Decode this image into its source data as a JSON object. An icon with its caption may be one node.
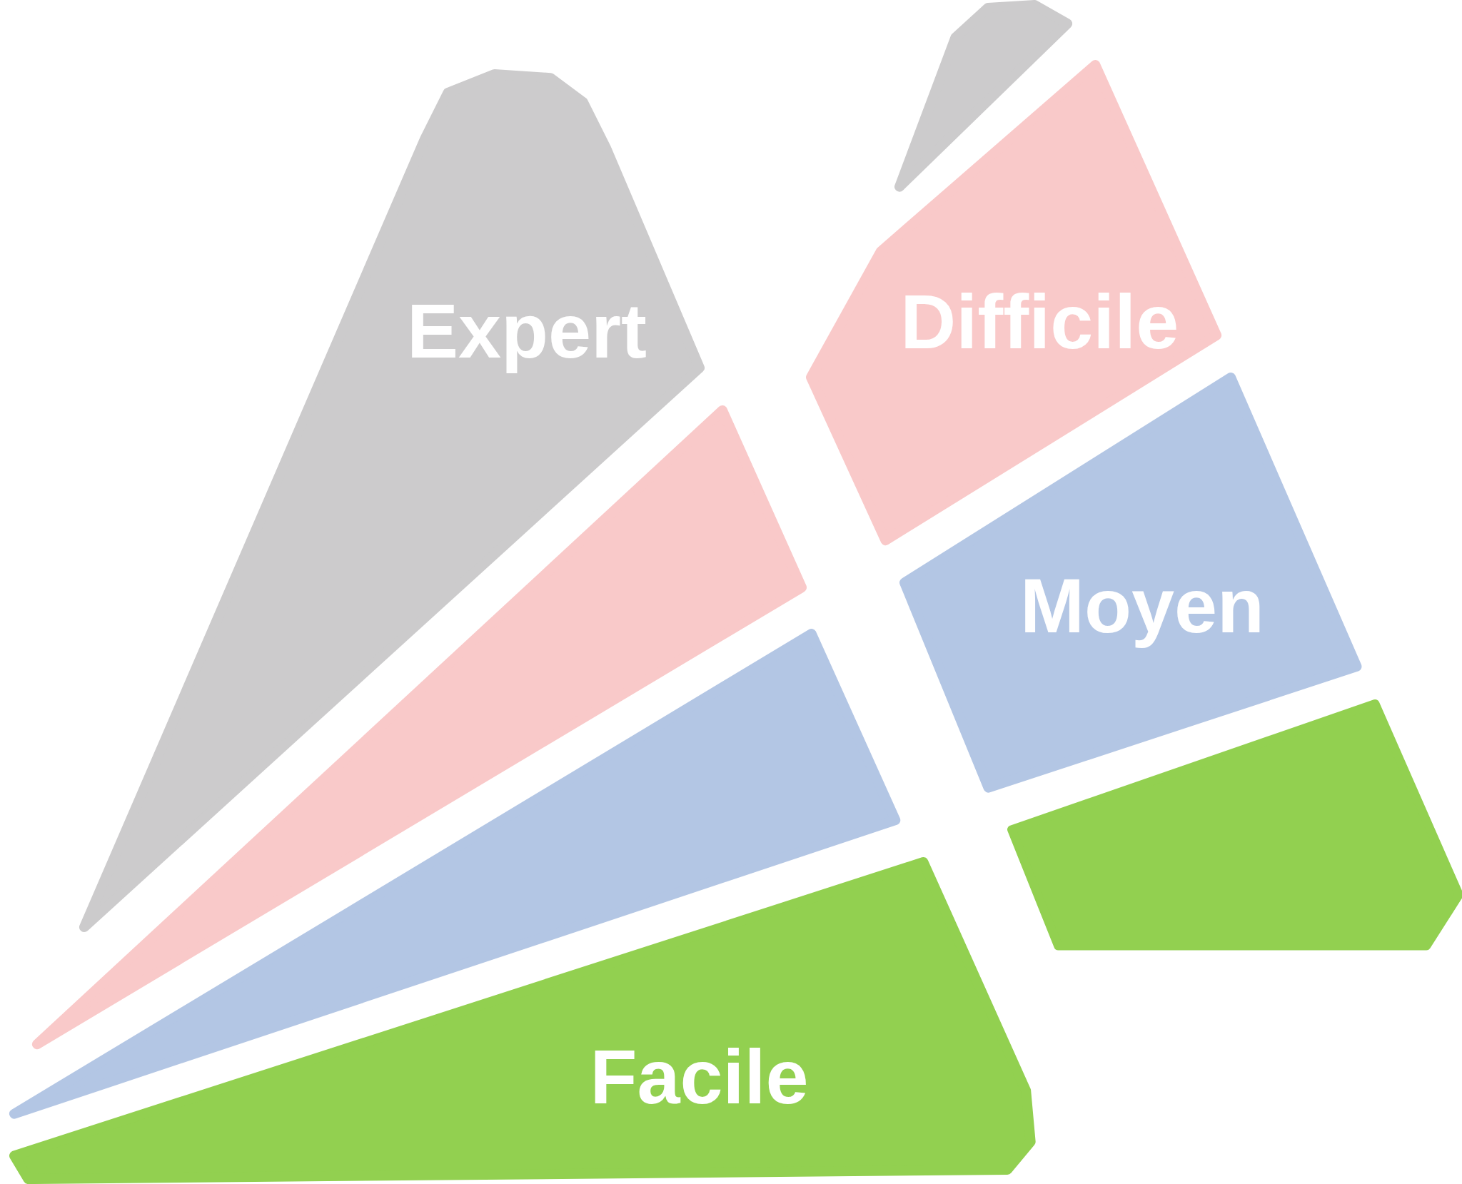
{
  "diagram": {
    "nodes": [
      {
        "text": [
          "Expert"
        ]
      },
      {
        "text": [],
        "shape": "triangle"
      },
      {
        "text": [],
        "shape": "triangle"
      },
      {
        "text": [
          "Facile"
        ]
      },
      {
        "text": [],
        "shape": "triangle"
      },
      {
        "text": [
          "Difficile"
        ]
      },
      {
        "text": [
          "Moyen"
        ]
      },
      {
        "text": [],
        "shape": "trapezoid"
      }
    ]
  }
}
